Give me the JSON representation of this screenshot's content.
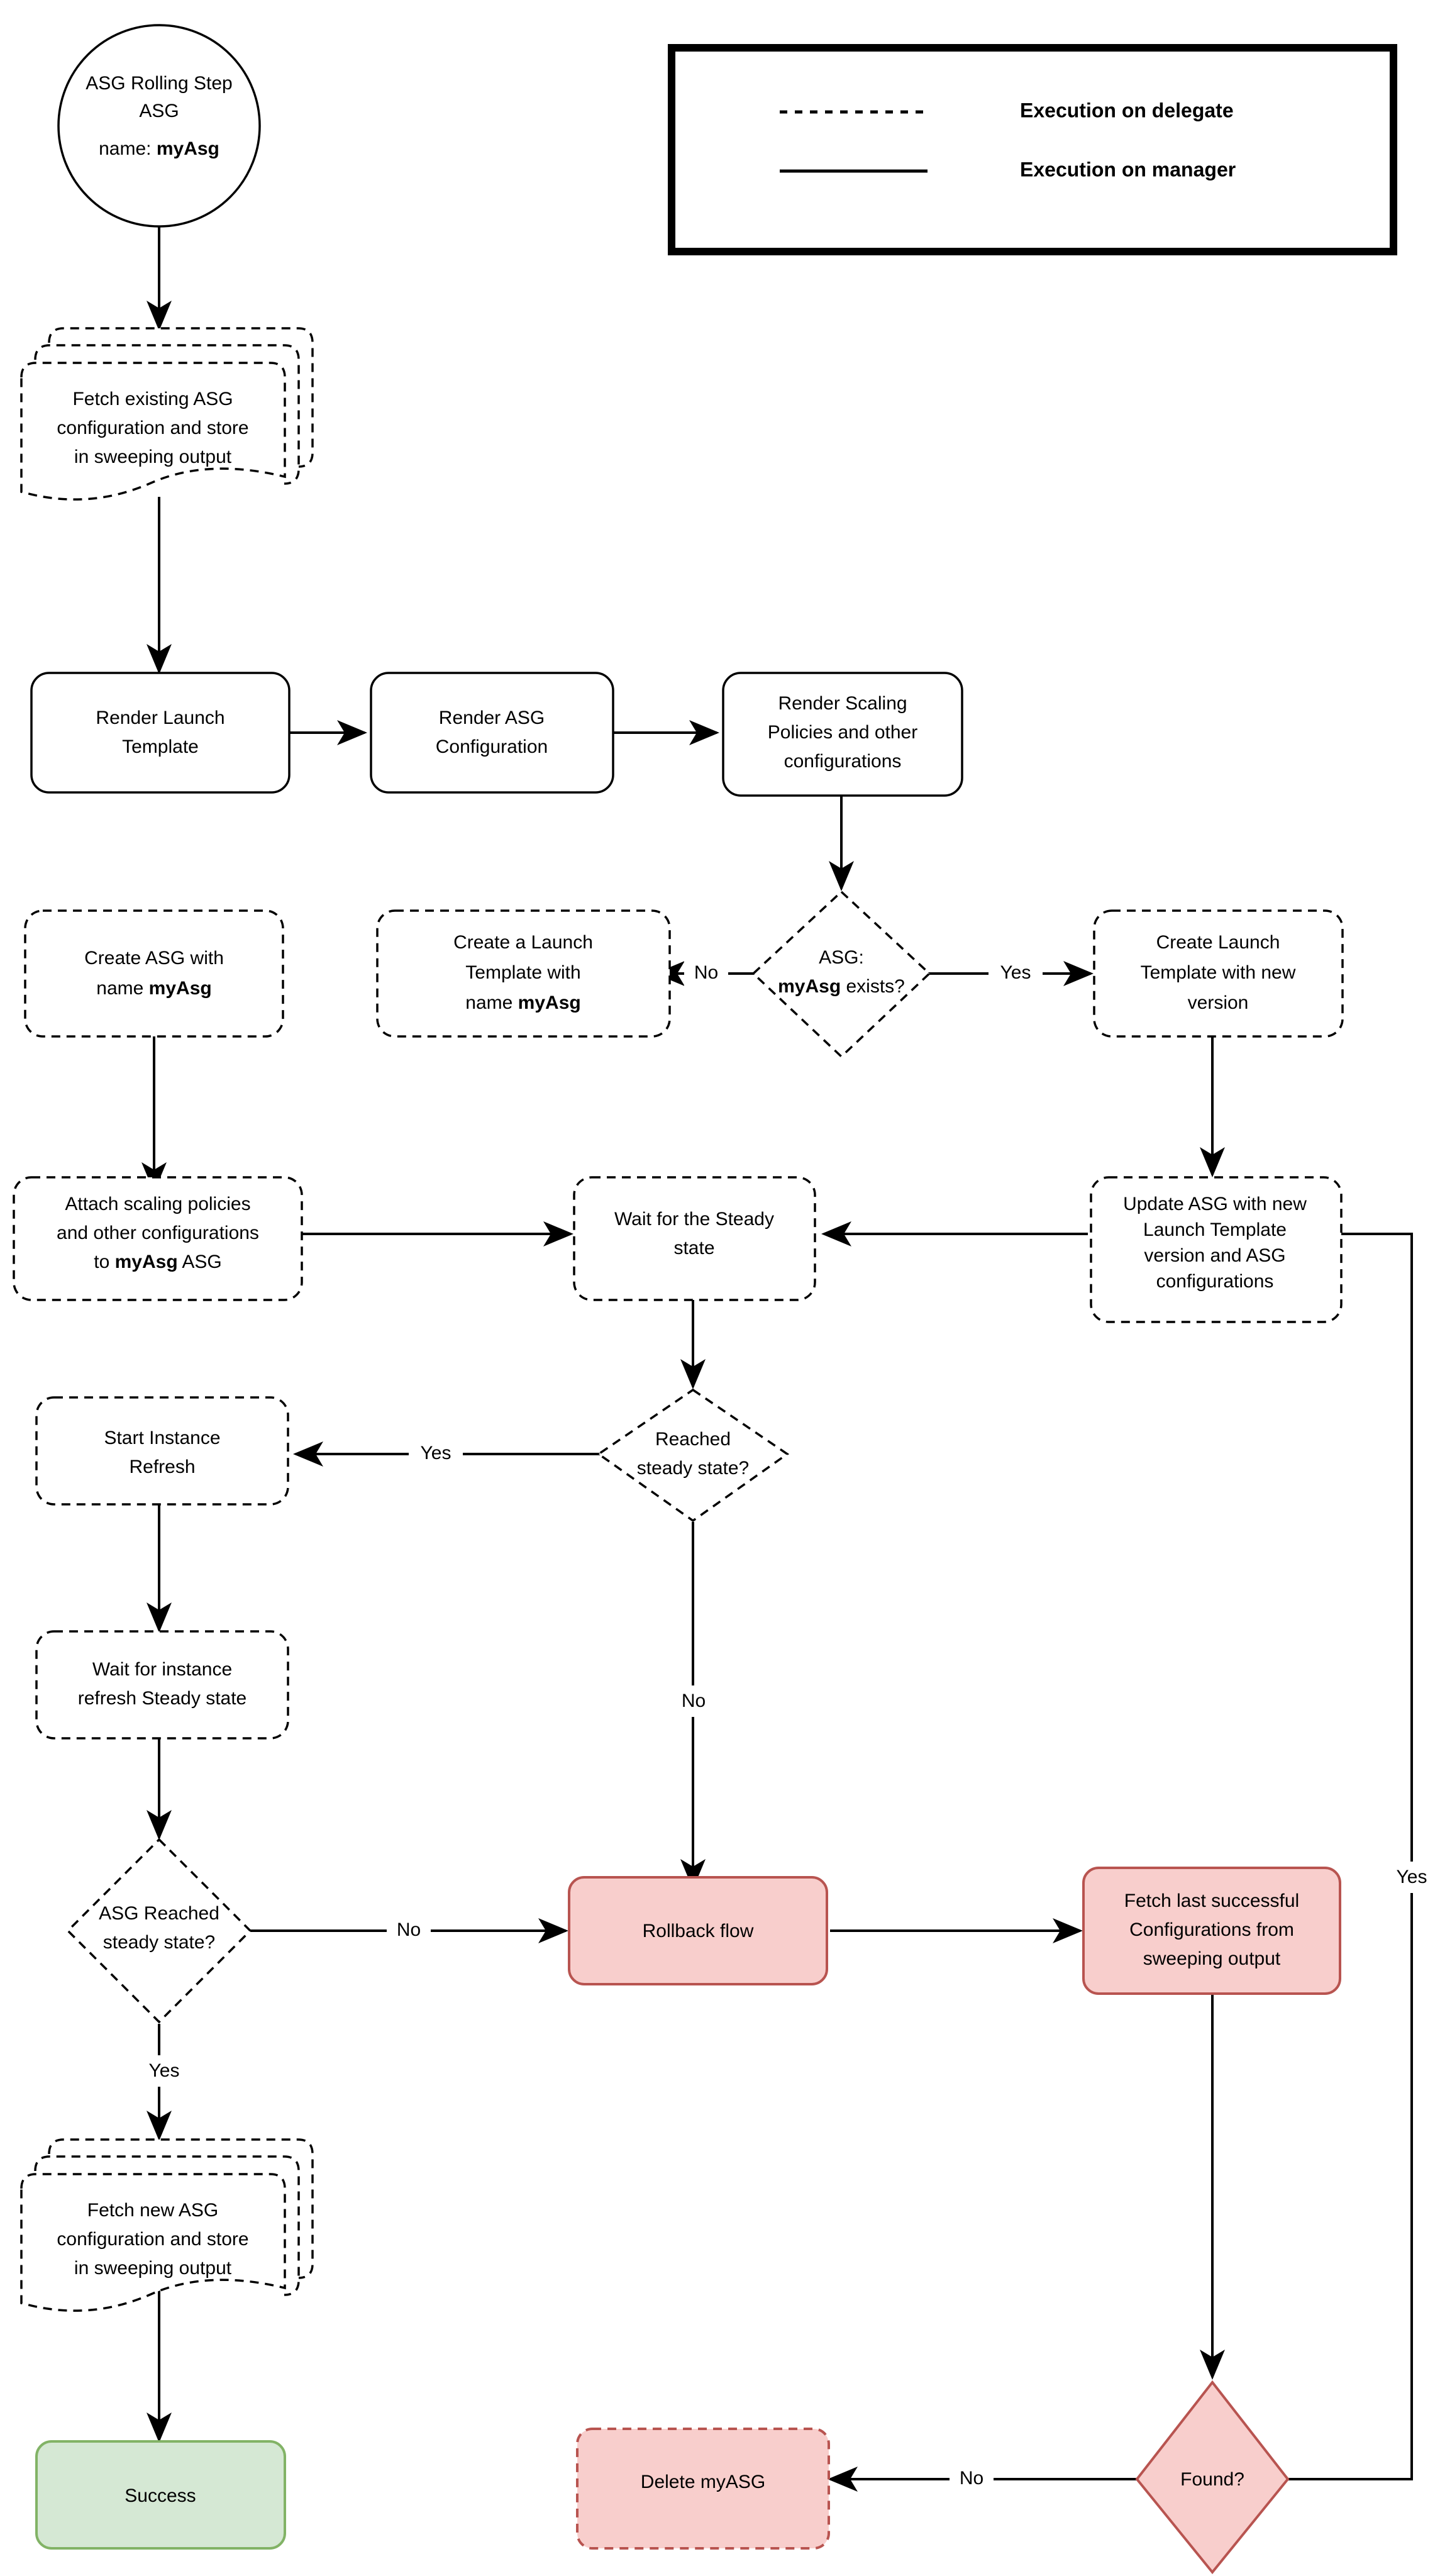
{
  "diagram": {
    "title": "ASG Rolling Step flowchart",
    "colors": {
      "red_fill": "#f8cecc",
      "red_stroke": "#b85450",
      "green_fill": "#d5e8d4",
      "green_stroke": "#82b366",
      "default_fill": "#ffffff",
      "default_stroke": "#000000"
    }
  },
  "legend": {
    "items": [
      {
        "style": "dashed",
        "label": "Execution on delegate"
      },
      {
        "style": "solid",
        "label": "Execution on manager"
      }
    ]
  },
  "nodes": {
    "start": {
      "line1": "ASG Rolling Step",
      "line2": "ASG",
      "line3_prefix": "name: ",
      "line3_bold": "myAsg"
    },
    "fetch_existing": {
      "l1": "Fetch existing ASG",
      "l2": "configuration and store",
      "l3": "in sweeping output"
    },
    "render_launch_template": {
      "l1": "Render Launch",
      "l2": "Template"
    },
    "render_asg_config": {
      "l1": "Render ASG",
      "l2": "Configuration"
    },
    "render_scaling_policies": {
      "l1": "Render Scaling",
      "l2": "Policies and other",
      "l3": "configurations"
    },
    "asg_exists_decision": {
      "l1": "ASG:",
      "l2_bold": "myAsg",
      "l2_rest": " exists?"
    },
    "create_launch_template_named": {
      "l1": "Create a Launch",
      "l2": "Template with",
      "l3_rest": "name ",
      "l3_bold": "myAsg"
    },
    "create_asg_named": {
      "l1": "Create ASG with",
      "l2_rest": "name ",
      "l2_bold": "myAsg"
    },
    "create_launch_template_new_version": {
      "l1": "Create Launch",
      "l2": "Template with new",
      "l3": "version"
    },
    "attach_scaling_policies": {
      "l1": "Attach scaling policies",
      "l2": "and other configurations",
      "l3_rest": "to ",
      "l3_bold": "myAsg",
      "l3_tail": " ASG"
    },
    "wait_steady_state": {
      "l1": "Wait for the Steady",
      "l2": "state"
    },
    "update_asg": {
      "l1": "Update ASG with new",
      "l2": "Launch Template",
      "l3": "version and ASG",
      "l4": "configurations"
    },
    "reached_steady_state_decision": {
      "l1": "Reached",
      "l2": "steady state?"
    },
    "start_instance_refresh": {
      "l1": "Start Instance",
      "l2": "Refresh"
    },
    "wait_instance_refresh": {
      "l1": "Wait for instance",
      "l2": "refresh Steady state"
    },
    "asg_reached_steady_decision": {
      "l1": "ASG Reached",
      "l2": "steady state?"
    },
    "rollback_flow": {
      "l1": "Rollback flow"
    },
    "fetch_last_successful": {
      "l1": "Fetch last successful",
      "l2": "Configurations from",
      "l3": "sweeping output"
    },
    "fetch_new_asg": {
      "l1": "Fetch new ASG",
      "l2": "configuration and store",
      "l3": "in sweeping output"
    },
    "success": {
      "l1": "Success"
    },
    "found_decision": {
      "l1": "Found?"
    },
    "delete_myasg": {
      "l1": "Delete myASG"
    }
  },
  "edge_labels": {
    "exists_no": "No",
    "exists_yes": "Yes",
    "reached_yes": "Yes",
    "reached_no": "No",
    "asg_reached_no": "No",
    "asg_reached_yes": "Yes",
    "found_no": "No",
    "found_yes": "Yes"
  }
}
